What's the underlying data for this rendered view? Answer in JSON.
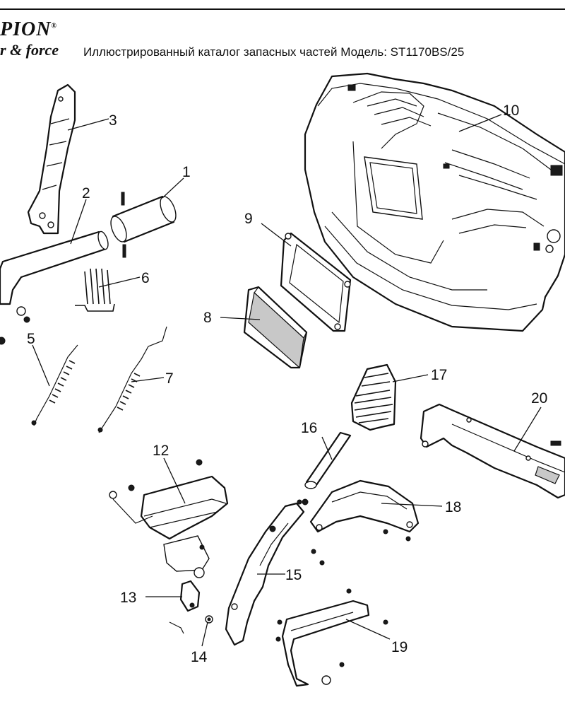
{
  "header": {
    "logo_top": "PION",
    "logo_reg": "®",
    "logo_bottom": "r & force",
    "title": "Иллюстрированный каталог запасных частей  Модель: ST1170BS/25"
  },
  "callouts": {
    "c1": "1",
    "c2": "2",
    "c3": "3",
    "c5": "5",
    "c6": "6",
    "c7": "7",
    "c8": "8",
    "c9": "9",
    "c10": "10",
    "c12": "12",
    "c13": "13",
    "c14": "14",
    "c15": "15",
    "c16": "16",
    "c17": "17",
    "c18": "18",
    "c19": "19",
    "c20": "20"
  }
}
